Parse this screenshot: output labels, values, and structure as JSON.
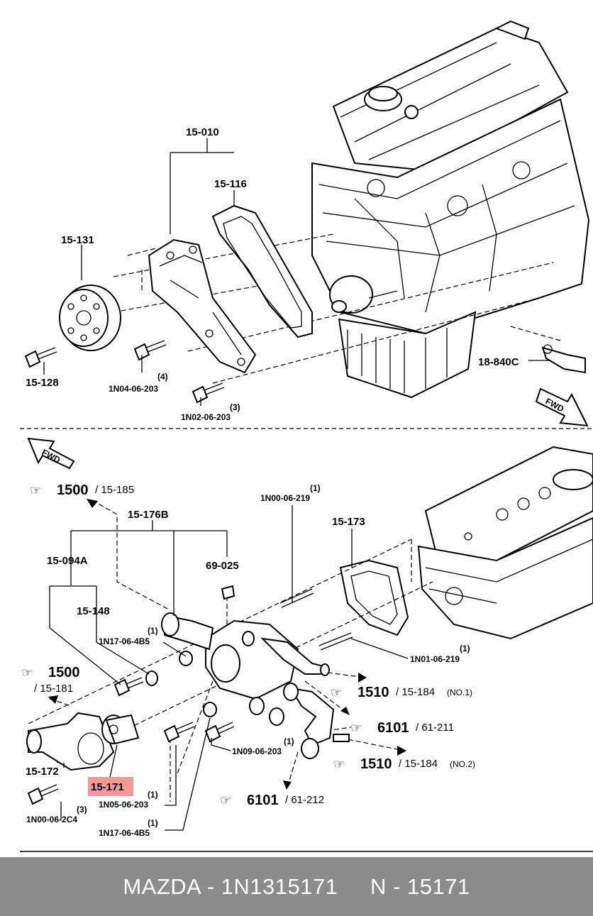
{
  "labels": {
    "p15_010": "15-010",
    "p15_116": "15-116",
    "p15_131": "15-131",
    "p15_128": "15-128",
    "p1N04": "1N04-06-203",
    "q1N04": "(4)",
    "p1N02": "1N02-06-203",
    "q1N02": "(3)",
    "p18_840C": "18-840C",
    "p15_176B": "15-176B",
    "p1N00_219": "1N00-06-219",
    "q1N00_219": "(1)",
    "p15_173": "15-173",
    "p15_094A": "15-094A",
    "p69_025": "69-025",
    "p15_148": "15-148",
    "p1N17_a": "1N17-06-4B5",
    "q1N17_a": "(1)",
    "p1N01": "1N01-06-219",
    "q1N01": "(1)",
    "p15_172": "15-172",
    "p15_171": "15-171",
    "p1N05": "1N05-06-203",
    "q1N05": "(1)",
    "p1N00_2C4": "1N00-06-2C4",
    "q1N00_2C4": "(3)",
    "p1N17_b": "1N17-06-4B5",
    "q1N17_b": "(1)",
    "p1N09": "1N09-06-203",
    "q1N09": "(1)"
  },
  "refs": [
    {
      "code": "1500",
      "sub": "/ 15-185",
      "note": ""
    },
    {
      "code": "1500",
      "sub": "/ 15-181",
      "note": ""
    },
    {
      "code": "1510",
      "sub": "/ 15-184",
      "note": "(NO.1)"
    },
    {
      "code": "6101",
      "sub": "/ 61-211",
      "note": ""
    },
    {
      "code": "1510",
      "sub": "/ 15-184",
      "note": "(NO.2)"
    },
    {
      "code": "6101",
      "sub": "/ 61-212",
      "note": ""
    }
  ],
  "fwd": {
    "top": "FWD",
    "bottom": "FWD"
  },
  "highlight_color": "#f29a9a",
  "footer": {
    "text": "MAZDA - 1N1315171     N - 15171"
  }
}
